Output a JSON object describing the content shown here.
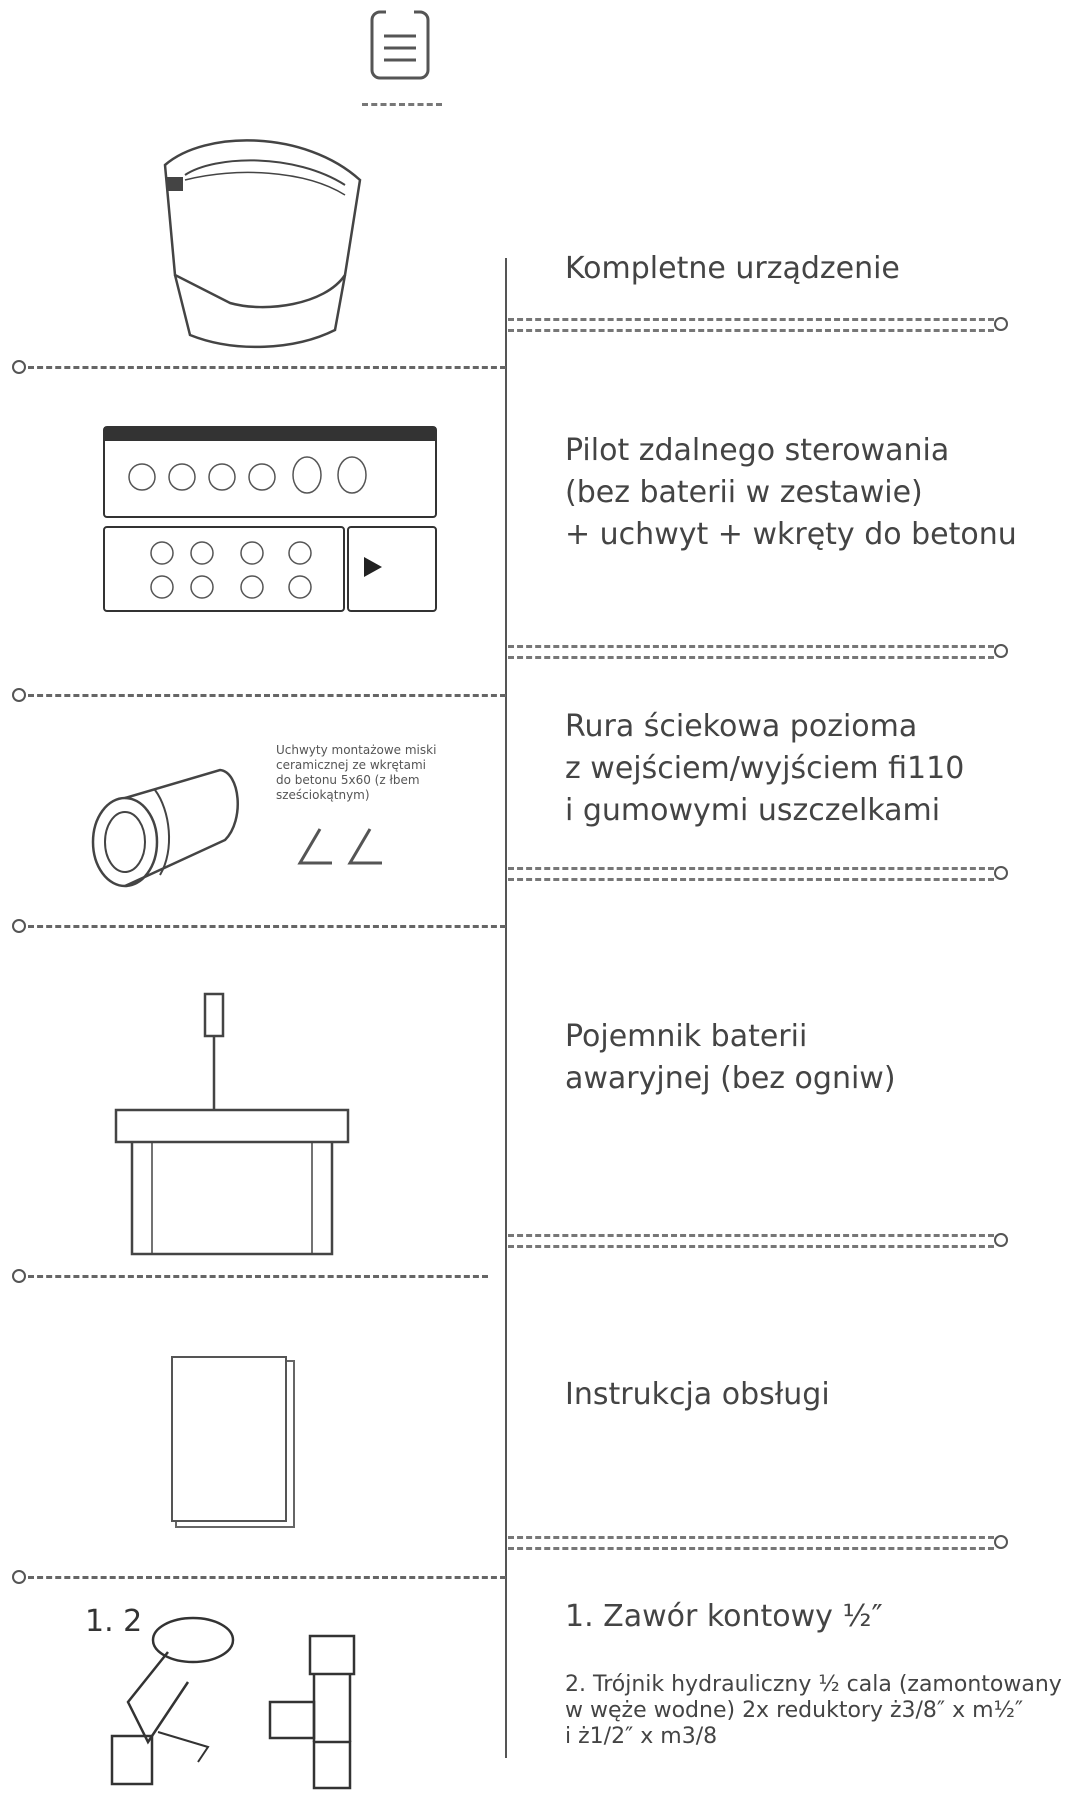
{
  "items": [
    {
      "label": "Kompletne urządzenie"
    },
    {
      "label": "Pilot zdalnego sterowania\n(bez baterii w zestawie)\n+ uchwyt + wkręty do betonu"
    },
    {
      "label": "Rura ściekowa pozioma\nz wejściem/wyjściem fi110\ni gumowymi uszczelkami",
      "note": "Uchwyty montażowe miski\nceramicznej ze wkrętami\ndo betonu 5x60 (z łbem\nsześciokątnym)"
    },
    {
      "label": "Pojemnik baterii\nawaryjnej (bez ogniw)"
    },
    {
      "label": "Instrukcja obsługi"
    },
    {
      "label": "1. Zawór kontowy ½″",
      "sublabel": "2. Trójnik hydrauliczny ½ cala (zamontowany\nw wężе wodne) 2x reduktory ż3/8″ x m½″\ni ż1/2″ x m3/8",
      "marker": "1. 2"
    }
  ],
  "colors": {
    "line": "#555555",
    "text": "#444444"
  },
  "icons": [
    "document-icon"
  ]
}
